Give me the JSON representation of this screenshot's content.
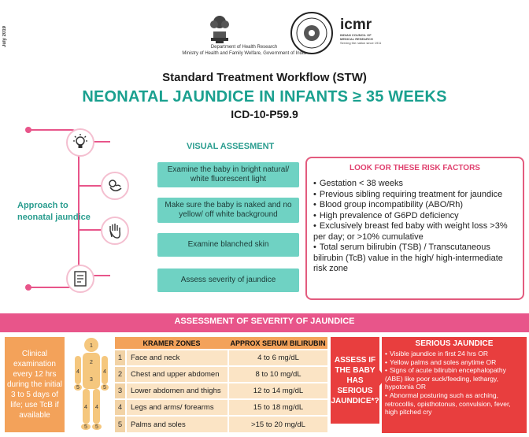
{
  "header": {
    "date": "July 2019",
    "dept_line1": "Department of Health Research",
    "dept_line2": "Ministry of Health and Family Welfare, Government of India",
    "icmr_logo_text": "icmr",
    "icmr_logo_sub1": "INDIAN COUNCIL OF",
    "icmr_logo_sub2": "MEDICAL RESEARCH",
    "icmr_logo_sub3": "Serving the nation since 1911"
  },
  "titles": {
    "workflow": "Standard Treatment Workflow (STW)",
    "main": "NEONATAL JAUNDICE IN INFANTS ≥ 35 WEEKS",
    "icd": "ICD-10-P59.9"
  },
  "approach": {
    "label": "Approach to neonatal jaundice",
    "icons": [
      "lamp-icon",
      "baby-icon",
      "hand-icon",
      "checklist-icon"
    ]
  },
  "visual_assessment": {
    "title": "VISUAL ASSESMENT",
    "steps": [
      "Examine the baby in bright natural/ white fluorescent light",
      "Make sure the baby is naked and no yellow/ off white background",
      "Examine blanched skin",
      "Assess severity of jaundice"
    ]
  },
  "risk_factors": {
    "title": "LOOK FOR THESE RISK FACTORS",
    "items": [
      "Gestation < 38 weeks",
      "Previous sibling requiring treatment for jaundice",
      "Blood group incompatibility (ABO/Rh)",
      "High prevalence of G6PD deficiency",
      "Exclusively breast fed baby with weight loss >3% per day; or >10% cumulative",
      "Total serum bilirubin (TSB) / Transcutaneous bilirubin (TcB) value in the high/ high-intermediate risk zone"
    ]
  },
  "severity": {
    "banner": "ASSESSMENT OF SEVERITY OF JAUNDICE",
    "clinical_note": "Clinical examination every 12 hrs during the initial 3 to 5 days of life; use TcB if available",
    "baby_zone_labels": [
      "1",
      "2",
      "3",
      "4",
      "5"
    ],
    "kramer_header": "KRAMER ZONES",
    "bilirubin_header": "APPROX SERUM BILIRUBIN",
    "rows": [
      {
        "num": "1",
        "zone": "Face and neck",
        "value": "4 to 6 mg/dL"
      },
      {
        "num": "2",
        "zone": "Chest and upper abdomen",
        "value": "8 to 10 mg/dL"
      },
      {
        "num": "3",
        "zone": "Lower abdomen and thighs",
        "value": "12 to 14 mg/dL"
      },
      {
        "num": "4",
        "zone": "Legs and arms/ forearms",
        "value": "15 to 18 mg/dL"
      },
      {
        "num": "5",
        "zone": "Palms and soles",
        "value": ">15 to 20 mg/dL"
      }
    ],
    "assess_question": "ASSESS IF THE BABY HAS SERIOUS JAUNDICE*?",
    "serious_title": "SERIOUS JAUNDICE",
    "serious_items": [
      "Visible jaundice in first 24 hrs OR",
      "Yellow palms and soles anytime OR",
      "Signs of acute bilirubin encephalopathy (ABE) like poor suck/feeding, lethargy, hypotonia OR",
      "Abnormal posturing such as arching, retrocollis, opisthotonus, convulsion, fever, high pitched cry"
    ]
  },
  "colors": {
    "teal": "#2a9d8f",
    "teal_box": "#6fd2c3",
    "pink": "#e8558a",
    "orange": "#f3a25a",
    "red": "#e83e3e"
  }
}
